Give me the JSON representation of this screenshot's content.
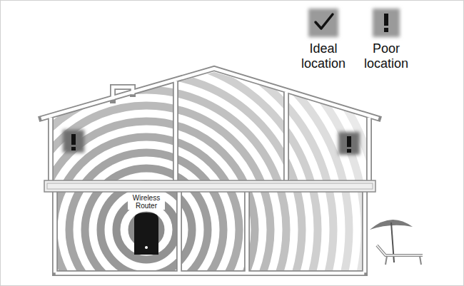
{
  "diagram": {
    "labels": [
      "Wireless Router"
    ],
    "legend": [
      {
        "text": "Ideal location"
      },
      {
        "text": "Poor location"
      }
    ]
  }
}
